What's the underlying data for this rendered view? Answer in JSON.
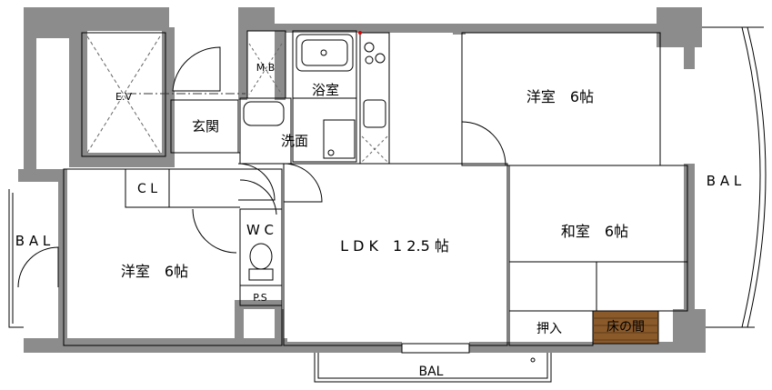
{
  "labels": {
    "ev": "E.V",
    "mb": "M.B",
    "bath": "浴室",
    "entrance": "玄関",
    "washroom": "洗面",
    "closet": "C L",
    "wc": "W C",
    "ps": "P.S",
    "western_room_top": "洋室　6帖",
    "western_room_left": "洋室　6帖",
    "ldk": "L D K　1 2.5 帖",
    "japanese_room": "和室　6帖",
    "oshiire": "押入",
    "tokonoma": "床の間",
    "bal_left": "B A L",
    "bal_right": "B A L",
    "bal_bottom": "BAL"
  },
  "colors": {
    "wall": "#8c8c8c",
    "tokonoma": "#8b5a2b",
    "accent_dot": "#e00000"
  }
}
